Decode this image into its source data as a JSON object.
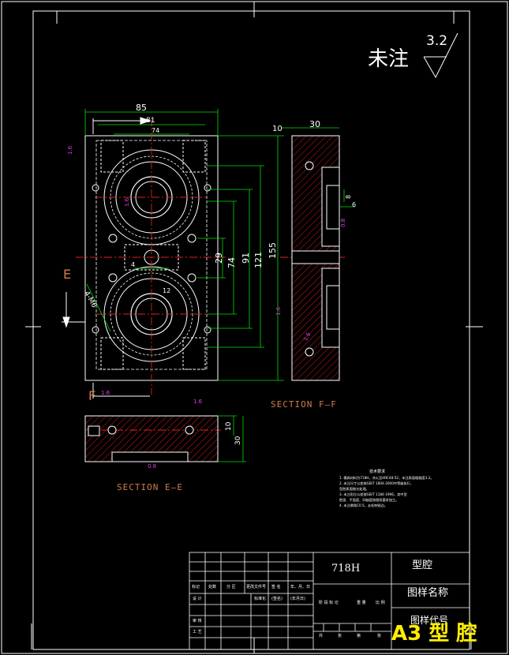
{
  "roughness_header": {
    "text": "未注",
    "value": "3.2"
  },
  "section_labels": {
    "ff": "SECTION F—F",
    "ee": "SECTION E—E"
  },
  "cut_labels": {
    "e": "E",
    "f": "F"
  },
  "dimensions": {
    "top_85": "85",
    "top_81": "81",
    "top_74": "74",
    "v_155": "155",
    "v_121": "121",
    "v_91": "91",
    "v_74": "74",
    "v_29": "29",
    "h_4": "4",
    "h_12": "12",
    "side_10": "10",
    "side_30": "30",
    "side_8": "8",
    "side_6": "6",
    "ee_10": "10",
    "ee_30": "30",
    "thread": "4-M6"
  },
  "roughness_marks": [
    "1.6",
    "1.6",
    "1.6",
    "1.6",
    "0.8",
    "0.8",
    "1.6",
    "1.6"
  ],
  "tech_notes": {
    "title": "技术要求",
    "lines": [
      "1. 模具材料为718H，淬火至HRC48-52，未注表面粗糙度3.2。",
      "2. 未注尺寸公差按GB/T 1804-2000中等级执行，",
      "   型腔表面抛光处理。",
      "3. 未注形位公差按GB/T 1184-1996，其中型",
      "   腔面、平面度、同轴度按图纸要求加工。",
      "4. 未注倒角C0.5，去毛刺锐边。"
    ]
  },
  "title_block": {
    "material": "718H",
    "part_name": "型腔",
    "drawing_name_label": "图样名称",
    "drawing_code_label": "图样代号",
    "sheet_format": "A3 型 腔",
    "row_headers": [
      "标记",
      "处数",
      "分 区",
      "更改文件号",
      "签 名",
      "年、月、日"
    ],
    "left_rows": [
      "设 计",
      "审 核",
      "工 艺"
    ],
    "mid_labels": [
      "标准化",
      "(签名)",
      "(年月日)"
    ],
    "stage_headers": [
      "阶 段 标 记",
      "重 量",
      "比 例"
    ],
    "sheet_row": [
      "共",
      "张",
      "第",
      "张"
    ]
  }
}
